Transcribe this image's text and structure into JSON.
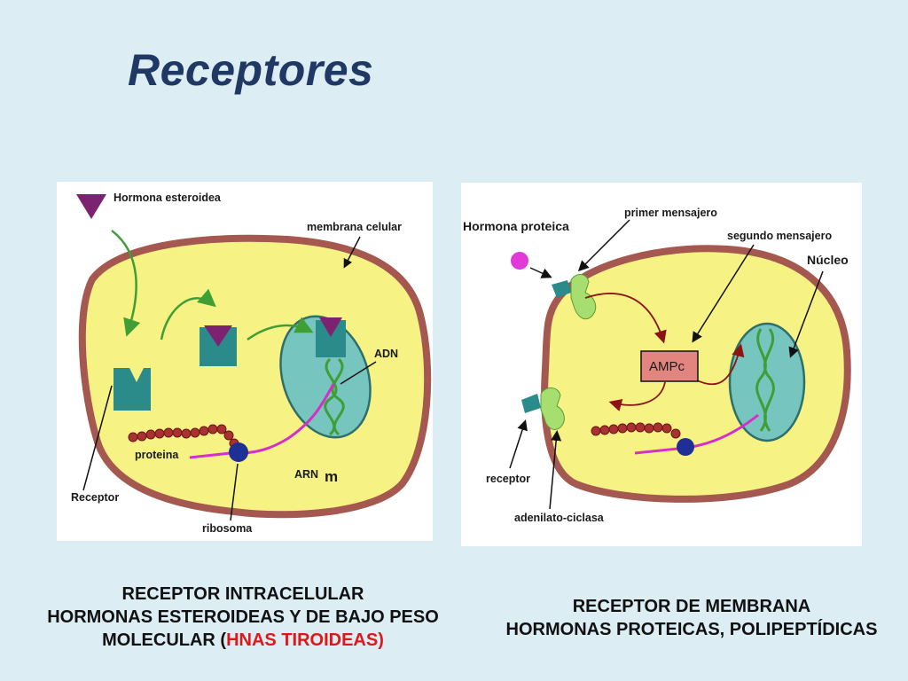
{
  "slide": {
    "title": "Receptores"
  },
  "left_diagram": {
    "labels": {
      "hormone": "Hormona esteroidea",
      "membrane": "membrana celular",
      "dna": "ADN",
      "protein": "proteina",
      "receptor": "Receptor",
      "ribosome": "ribosoma",
      "mrna": "ARN",
      "mrna_suffix": "m"
    },
    "caption": {
      "line1": "RECEPTOR INTRACELULAR",
      "line2": "HORMONAS ESTEROIDEAS Y DE BAJO PESO",
      "line3_prefix": "MOLECULAR (",
      "line3_highlight": "HNAS TIROIDEAS)"
    }
  },
  "right_diagram": {
    "labels": {
      "hormone": "Hormona proteica",
      "first_messenger": "primer mensajero",
      "second_messenger": "segundo mensajero",
      "nucleus": "Núcleo",
      "camp": "AMPc",
      "receptor": "receptor",
      "adenylate_cyclase": "adenilato-ciclasa"
    },
    "caption": {
      "line1": "RECEPTOR DE MEMBRANA",
      "line2": "HORMONAS PROTEICAS, POLIPEPTÍDICAS"
    }
  },
  "colors": {
    "cytoplasm": "#f7f284",
    "membrane": "#a4584f",
    "nucleus": "#77c5bf",
    "receptor": "#2b8a8a",
    "hormone_steroid": "#7d2270",
    "hormone_protein": "#e23ad8",
    "arrow_green": "#3f9e35",
    "camp_box": "#e3857f",
    "highlight_red": "#e0161b"
  }
}
